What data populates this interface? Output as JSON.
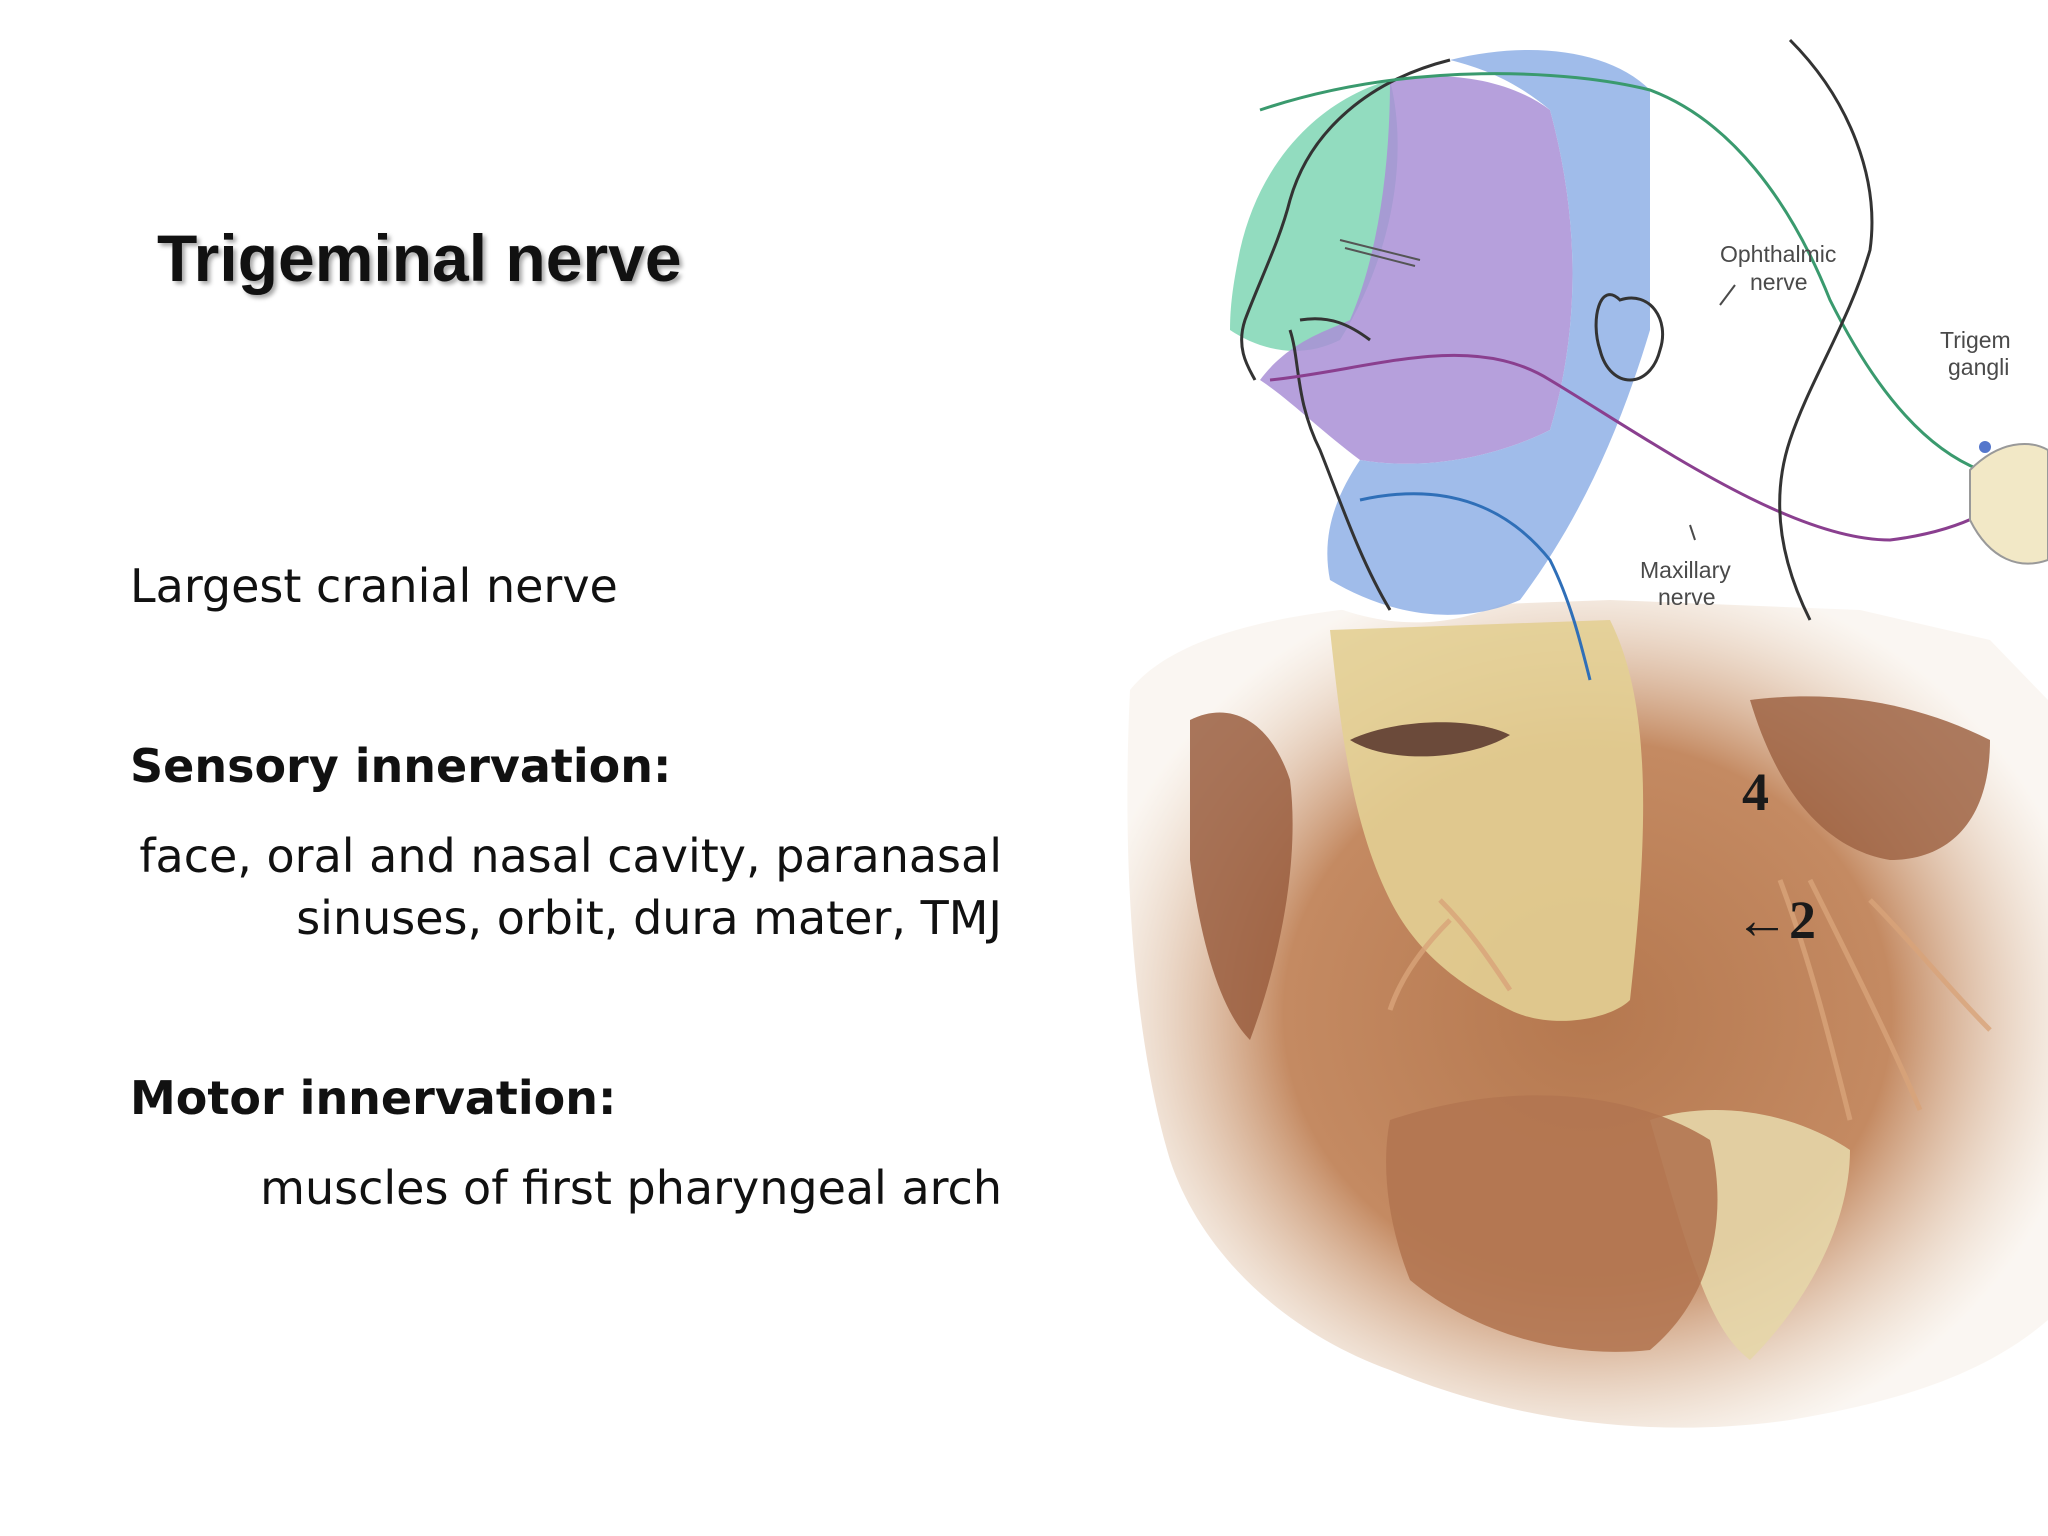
{
  "slide": {
    "title": "Trigeminal nerve",
    "intro": "Largest cranial nerve",
    "sensory": {
      "heading": "Sensory innervation:",
      "lines": [
        "face, oral and nasal cavity, paranasal",
        "sinuses, orbit, dura mater, TMJ"
      ]
    },
    "motor": {
      "heading": "Motor innervation:",
      "lines": [
        "muscles of first pharyngeal arch"
      ]
    }
  },
  "figure": {
    "labels": {
      "ophthalmic": [
        "Ophthalmic",
        "nerve"
      ],
      "maxillary": [
        "Maxillary",
        "nerve"
      ],
      "trigeminal_ganglion": [
        "Trigem",
        "gangli"
      ]
    },
    "markers": {
      "marker_2": "←2",
      "marker_4": "4"
    },
    "colors": {
      "ophthalmic_zone": "#7fd6b4",
      "maxillary_zone": "#a98fd6",
      "mandibular_zone": "#8fb0e6",
      "ophthalmic_nerve": "#3a9a6e",
      "maxillary_nerve": "#8a3f8f",
      "mandibular_nerve": "#2f6fb8",
      "tissue": "#b87a55",
      "skin": "#e6d2a0"
    }
  }
}
